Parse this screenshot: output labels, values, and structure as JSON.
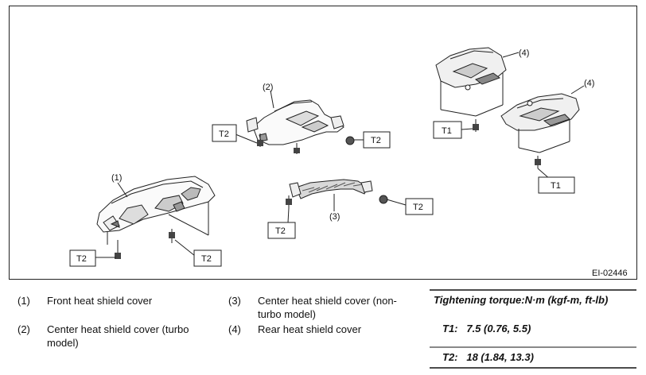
{
  "figure_id": "EI-02446",
  "callouts": {
    "c1": "(1)",
    "c2": "(2)",
    "c3": "(3)",
    "c4a": "(4)",
    "c4b": "(4)"
  },
  "torque_labels": {
    "t2_a": "T2",
    "t2_b": "T2",
    "t2_c": "T2",
    "t2_d": "T2",
    "t2_e": "T2",
    "t2_f": "T2",
    "t1_a": "T1",
    "t1_b": "T1"
  },
  "legend": [
    {
      "num": "(1)",
      "text": "Front heat shield cover"
    },
    {
      "num": "(2)",
      "text": "Center heat shield cover (turbo model)"
    },
    {
      "num": "(3)",
      "text": "Center heat shield cover (non-turbo model)"
    },
    {
      "num": "(4)",
      "text": "Rear heat shield cover"
    }
  ],
  "torque": {
    "heading": "Tightening torque:N·m (kgf-m, ft-lb)",
    "t1": "T1:   7.5 (0.76, 5.5)",
    "t2": "T2:   18 (1.84, 13.3)"
  }
}
